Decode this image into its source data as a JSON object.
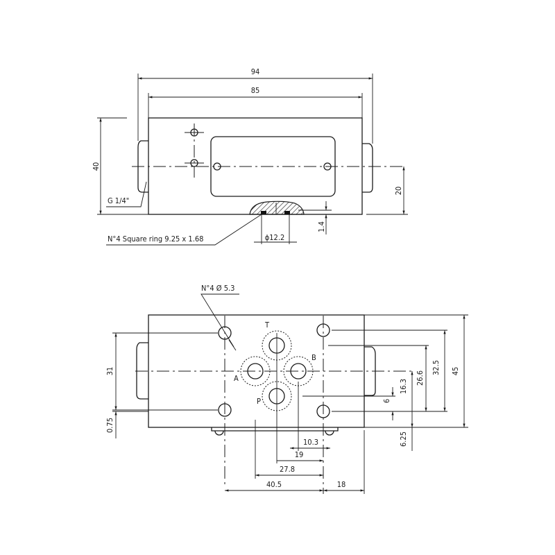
{
  "top_view": {
    "dim_overall_length": "94",
    "dim_body_length": "85",
    "dim_height": "40",
    "dim_center_height": "20",
    "dim_seal_depth": "1.4",
    "dim_seal_diameter": "ϕ12.2",
    "port_thread": "G 1/4\"",
    "seal_note": "N°4  Square ring 9.25 x 1.68"
  },
  "bottom_view": {
    "hole_note": "N°4  Ø 5.3",
    "ports": [
      "T",
      "A",
      "B",
      "P"
    ],
    "dim_width": "45",
    "dim_holes_y": "32.5",
    "dim_t": "26.6",
    "dim_center": "16.3",
    "dim_p": "6",
    "dim_bottom_offset": "6.25",
    "dim_left_holes": "31",
    "dim_left_offset": "0.75",
    "dim_b": "10.3",
    "dim_tp": "19",
    "dim_a": "27.8",
    "dim_hole_spacing": "40.5",
    "dim_right": "18"
  }
}
